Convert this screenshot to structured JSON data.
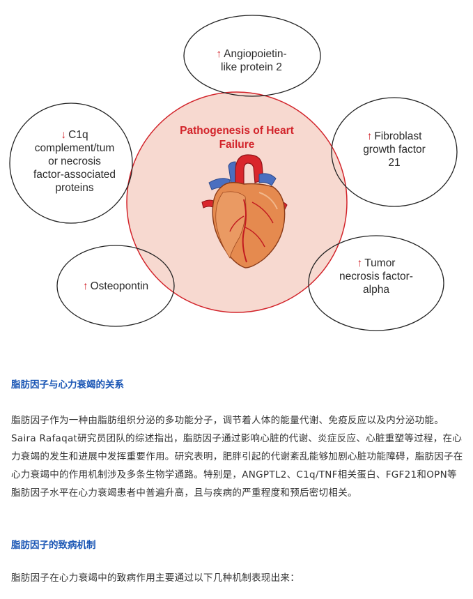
{
  "figure": {
    "title_line1": "Pathogenesis of Heart",
    "title_line2": "Failure",
    "bubbles": [
      {
        "arrow": "↑",
        "lines": [
          "Angiopoietin-",
          "like protein 2"
        ]
      },
      {
        "arrow": "↓",
        "lines": [
          "C1q",
          "complement/tum",
          "or necrosis",
          "factor-associated",
          "proteins"
        ]
      },
      {
        "arrow": "↑",
        "lines": [
          "Fibroblast",
          "growth factor",
          "21"
        ]
      },
      {
        "arrow": "↑",
        "lines": [
          "Osteopontin"
        ]
      },
      {
        "arrow": "↑",
        "lines": [
          "Tumor",
          "necrosis factor-",
          "alpha"
        ]
      }
    ],
    "colors": {
      "center_fill": "#f7d9d0",
      "center_stroke": "#d2232a",
      "arrow": "#d2232a",
      "bubble_stroke": "#222222"
    }
  },
  "article": {
    "heading1": "脂肪因子与心力衰竭的关系",
    "para1": "脂肪因子作为一种由脂肪组织分泌的多功能分子，调节着人体的能量代谢、免疫反应以及内分泌功能。Saira Rafaqat研究员团队的综述指出，脂肪因子通过影响心脏的代谢、炎症反应、心脏重塑等过程，在心力衰竭的发生和进展中发挥重要作用。研究表明，肥胖引起的代谢紊乱能够加剧心脏功能障碍，脂肪因子在心力衰竭中的作用机制涉及多条生物学通路。特别是，ANGPTL2、C1q/TNF相关蛋白、FGF21和OPN等脂肪因子水平在心力衰竭患者中普遍升高，且与疾病的严重程度和预后密切相关。",
    "heading2": "脂肪因子的致病机制",
    "para2": "脂肪因子在心力衰竭中的致病作用主要通过以下几种机制表现出来："
  }
}
